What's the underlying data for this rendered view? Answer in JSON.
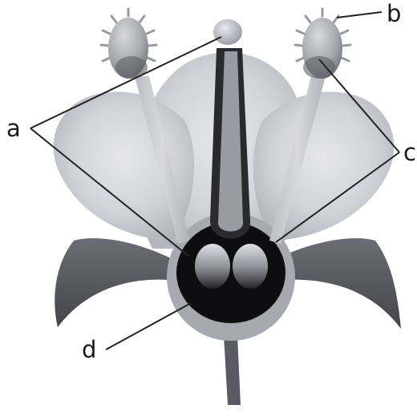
{
  "labels": {
    "a": "a",
    "b": "b",
    "c": "c",
    "d": "d"
  },
  "colors": {
    "petal": "#d4d4dc",
    "sepal": "#56565e",
    "receptacle_ring": "#a6a6ae",
    "ovary": "#0c0c0e",
    "style": "#8e8e96",
    "filament": "#c9c9d1",
    "anther": "#9c9ca4",
    "pollen_spike": "#a0a0a8",
    "leader_line": "#222222"
  }
}
